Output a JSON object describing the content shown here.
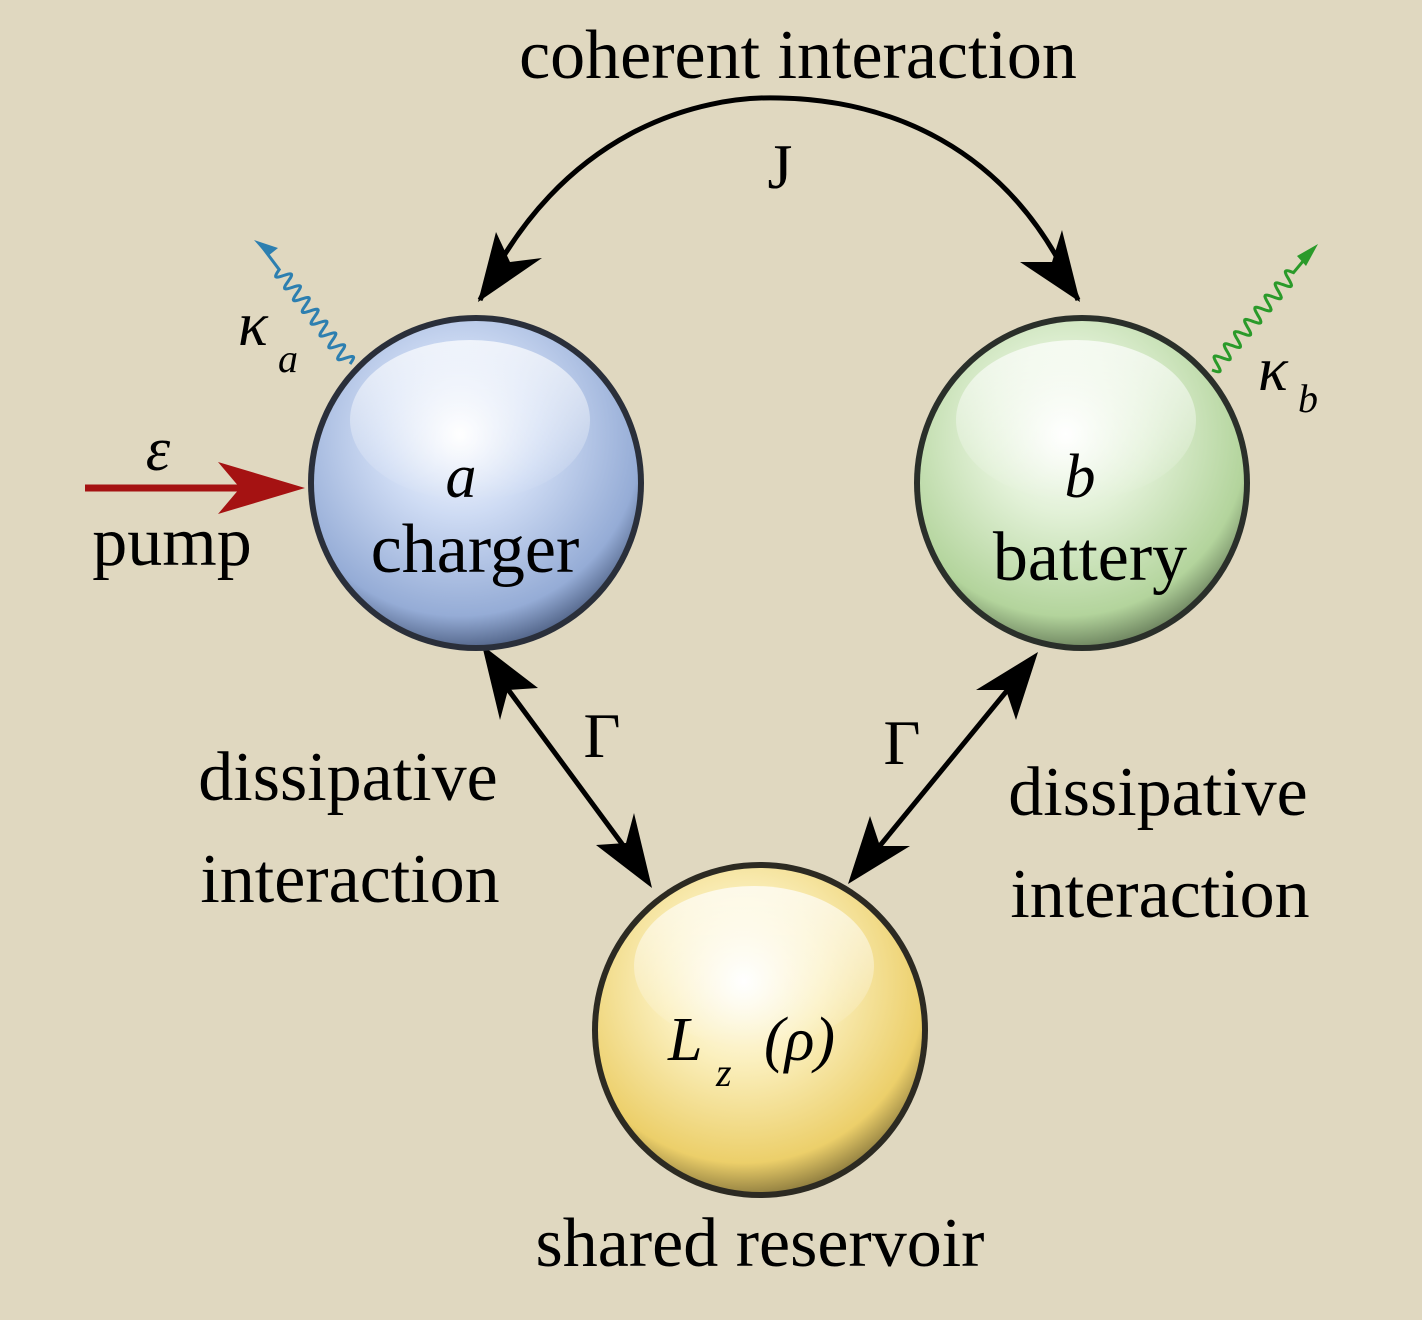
{
  "top_label": "coherent interaction",
  "coupling_J": "J",
  "dissipative_rate": "Γ",
  "left_dissipative": {
    "line1": "dissipative",
    "line2": "interaction"
  },
  "right_dissipative": {
    "line1": "dissipative",
    "line2": "interaction"
  },
  "pump": {
    "symbol": "ε",
    "label": "pump",
    "color": "#a51212"
  },
  "charger": {
    "symbol": "a",
    "label": "charger",
    "color": "#b7ccee"
  },
  "battery": {
    "symbol": "b",
    "label": "battery",
    "color": "#cfe6bd"
  },
  "reservoir": {
    "L": "L",
    "sub": "z",
    "arg": "(ρ)",
    "label": "shared reservoir",
    "color": "#f3e29a"
  },
  "kappa_a": {
    "symbol": "κ",
    "sub": "a",
    "color": "#2d7fb0"
  },
  "kappa_b": {
    "symbol": "κ",
    "sub": "b",
    "color": "#2a9a2a"
  },
  "background": "#e0d8c0"
}
